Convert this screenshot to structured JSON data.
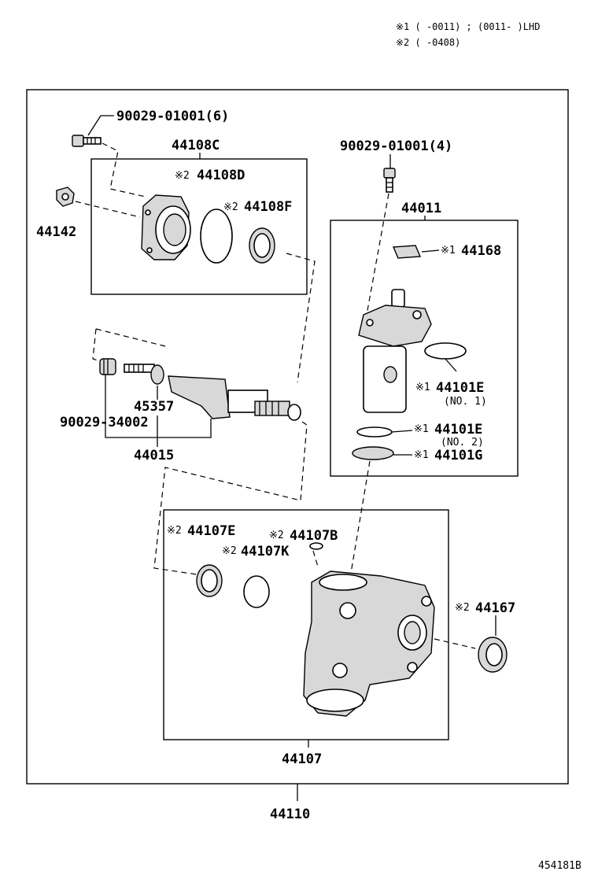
{
  "notes": {
    "note1": "※1 (     -0011) ; (0011-     )LHD",
    "note2": "※2 (     -0408)"
  },
  "labels": {
    "bolt_6": "90029-01001(6)",
    "cover_group": "44108C",
    "ring_d": "44108D",
    "seal_f": "44108F",
    "nut": "44142",
    "bolt_4": "90029-01001(4)",
    "valve_group": "44011",
    "washer": "44168",
    "oring_1": "44101E",
    "oring_1_sub": "(NO. 1)",
    "oring_2": "44101E",
    "oring_2_sub": "(NO. 2)",
    "ring_g": "44101G",
    "screw": "45357",
    "plug": "90029-34002",
    "shaft_group": "44015",
    "seal_e": "44107E",
    "oring_b": "44107B",
    "ring_k": "44107K",
    "seal_44167": "44167",
    "housing_group": "44107",
    "assembly": "44110",
    "figure_code": "454181B"
  },
  "marks": {
    "m1": "※1",
    "m2": "※2"
  }
}
